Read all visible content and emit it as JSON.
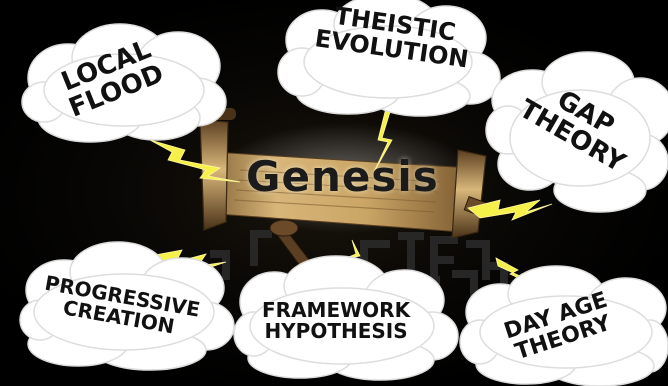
{
  "center": {
    "title": "Genesis"
  },
  "clouds": [
    {
      "line1": "LOCAL",
      "line2": "FLOOD"
    },
    {
      "line1": "THEISTIC",
      "line2": "EVOLUTION"
    },
    {
      "line1": "GAP",
      "line2": "THEORY"
    },
    {
      "line1": "PROGRESSIVE",
      "line2": "CREATION"
    },
    {
      "line1": "FRAMEWORK",
      "line2": "HYPOTHESIS"
    },
    {
      "line1": "DAY AGE",
      "line2": "THEORY"
    }
  ],
  "colors": {
    "background": "#000000",
    "cloud_fill": "#ffffff",
    "lightning": "#f6f04a",
    "scroll_parchment": "#d9b77a",
    "scroll_rod": "#6b4a2a",
    "text": "#111111"
  }
}
